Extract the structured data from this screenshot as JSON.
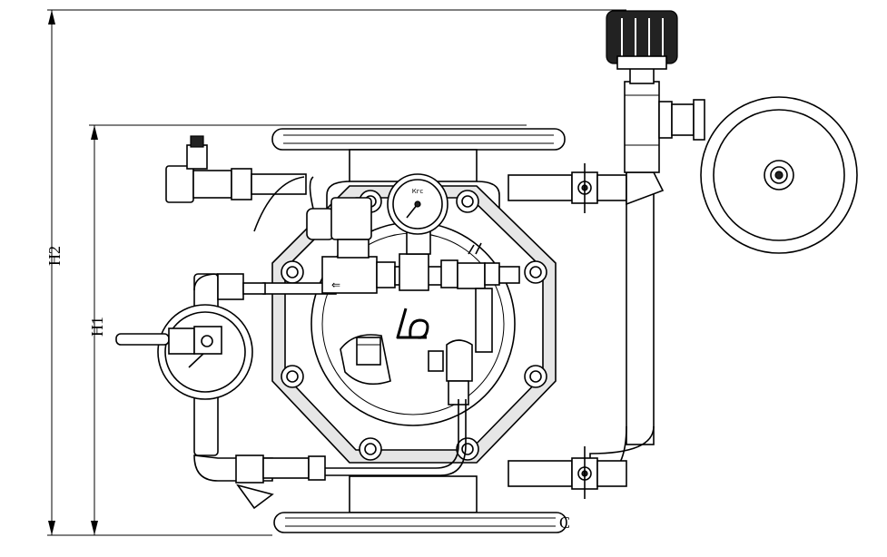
{
  "dimensions": {
    "h2_label": "H2",
    "h1_label": "H1",
    "c_label": "C"
  },
  "main_gauge": {
    "unit_label": "Кгс"
  },
  "colors": {
    "line": "#000000",
    "background": "#ffffff",
    "fill_light": "#e6e6e6",
    "fill_dark": "#222222"
  },
  "icons": {
    "logo": "lo-logo-icon"
  }
}
